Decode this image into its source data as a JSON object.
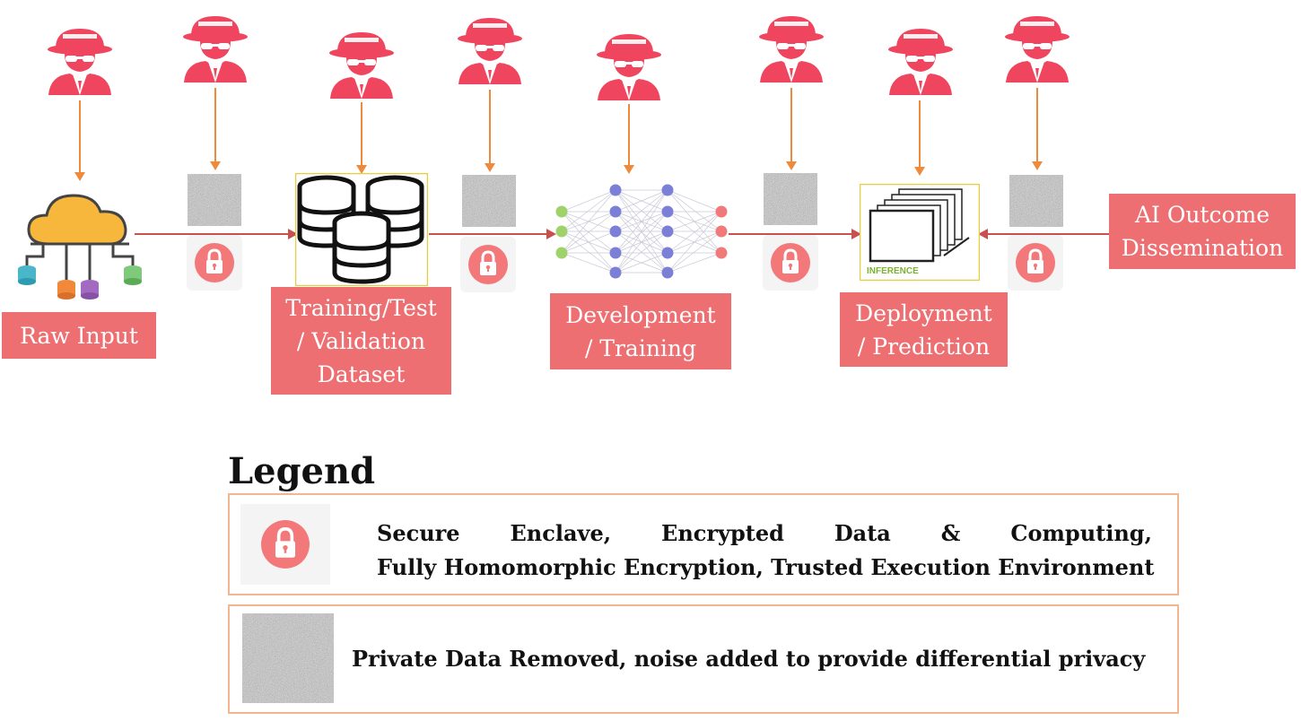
{
  "stages": {
    "raw_input": "Raw Input",
    "dataset": [
      "Training/Test",
      "/ Validation",
      "Dataset"
    ],
    "development": [
      "Development",
      "/ Training"
    ],
    "deployment": [
      "Deployment",
      "/ Prediction"
    ],
    "outcome": [
      "AI Outcome",
      "Dissemination"
    ]
  },
  "inference_label": "INFERENCE",
  "legend": {
    "title": "Legend",
    "secure_line1_words": [
      "Secure",
      "Enclave,",
      "Encrypted",
      "Data",
      "&",
      "Computing,"
    ],
    "secure_line2": "Fully Homomorphic Encryption, Trusted Execution Environment",
    "noise_text": "Private Data Removed, noise added to provide differential privacy"
  },
  "colors": {
    "attacker": "#f0455e",
    "label_bg": "#ee6f72",
    "arrow_vertical": "#ee8a3c",
    "arrow_horizontal": "#c9504d",
    "lock": "#f2787a",
    "cloud": "#f6b73c"
  }
}
